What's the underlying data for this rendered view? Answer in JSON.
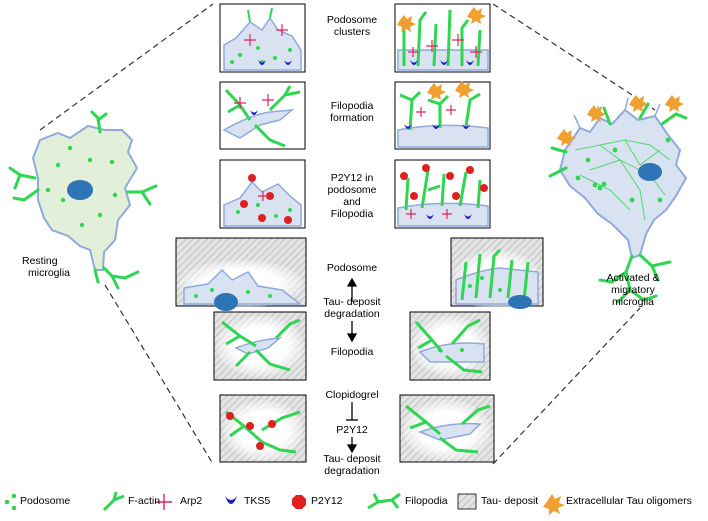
{
  "left_cell_label": [
    "Resting",
    "microglia"
  ],
  "right_cell_label": [
    "Activated &",
    "migratory",
    "microglia"
  ],
  "center_labels": {
    "podosome_clusters": [
      "Podosome",
      "clusters"
    ],
    "filopodia_formation": [
      "Filopodia",
      "formation"
    ],
    "p2y12": [
      "P2Y12 in",
      "podosome",
      "and",
      "Filopodia"
    ],
    "podosome": "Podosome",
    "tau_deposit_degradation_1": [
      "Tau- deposit",
      "degradation"
    ],
    "filopodia": "Filopodia",
    "clopidogrel": "Clopidogrel",
    "p2y12_short": "P2Y12",
    "tau_deposit_degradation_2": [
      "Tau- deposit",
      "degradation"
    ]
  },
  "legend": {
    "podosome": "Podosome",
    "f_actin": "F-actin",
    "arp2": "Arp2",
    "tks5": "TKS5",
    "p2y12": "P2Y12",
    "filopodia": "Filopodia",
    "tau_deposit": "Tau- deposit",
    "extracellular_tau": "Extracellular Tau oligomers"
  },
  "colors": {
    "cell_fill": "#d9e2f1",
    "cell_outline": "#8faadc",
    "resting_fill": "#e2efd9",
    "f_actin": "#2ed651",
    "nucleus": "#2e75b6",
    "arp2": "#e0245e",
    "tks5": "#1f1fbf",
    "p2y12": "#e02020",
    "tau_oligomer": "#f0a030"
  }
}
